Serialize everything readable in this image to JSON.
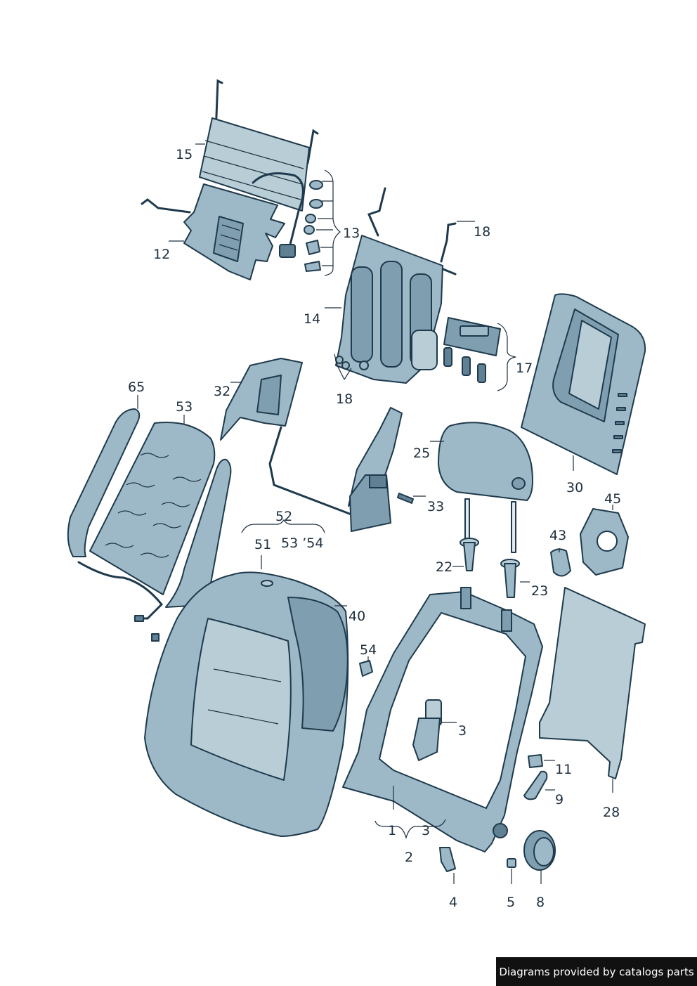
{
  "labels": {
    "l15": "15",
    "l12": "12",
    "l13": "13",
    "l18a": "18",
    "l14": "14",
    "l18b": "18",
    "l17": "17",
    "l30": "30",
    "l65": "65",
    "l53": "53",
    "l32": "32",
    "l25": "25",
    "l33": "33",
    "l52": "52",
    "l51": "51",
    "l53_54": "53 ’54",
    "l45": "45",
    "l43": "43",
    "l22": "22",
    "l23": "23",
    "l40": "40",
    "l54": "54",
    "l3a": "3",
    "l11": "11",
    "l9": "9",
    "l28": "28",
    "l1": "1",
    "l3b": "3",
    "l2": "2",
    "l4": "4",
    "l5": "5",
    "l8": "8"
  },
  "credit": "Diagrams provided by catalogs parts",
  "colors": {
    "line": "#1e3a4c",
    "part_light": "#b9cdd7",
    "part_mid": "#9db8c6",
    "part_dark": "#5f8193"
  }
}
